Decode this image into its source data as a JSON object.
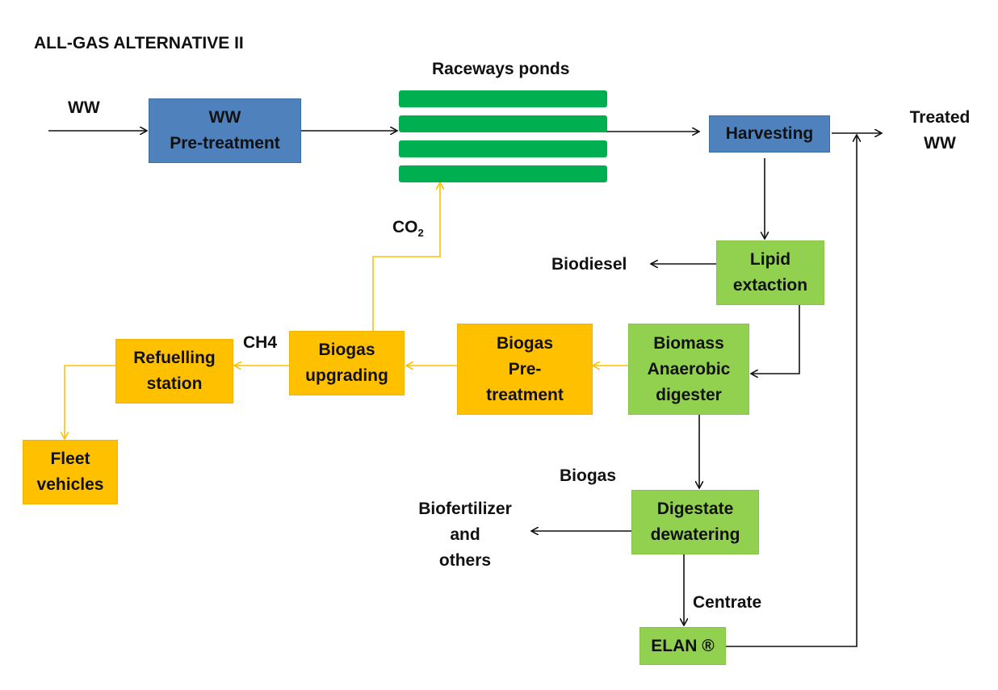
{
  "title": "ALL-GAS ALTERNATIVE II",
  "labels": {
    "ww_in": "WW",
    "raceways": "Raceways ponds",
    "treated_line1": "Treated",
    "treated_line2": "WW",
    "co2_main": "CO",
    "co2_sub": "2",
    "biodiesel": "Biodiesel",
    "ch4": "CH4",
    "biogas": "Biogas",
    "biofertilizer_line1": "Biofertilizer",
    "biofertilizer_line2": "and",
    "biofertilizer_line3": "others",
    "centrate": "Centrate"
  },
  "nodes": {
    "ww_pretreatment": {
      "line1": "WW",
      "line2": "Pre-treatment"
    },
    "harvesting": {
      "line1": "Harvesting"
    },
    "lipid_extraction": {
      "line1": "Lipid",
      "line2": "extaction"
    },
    "anaerobic_digester": {
      "line1": "Biomass",
      "line2": "Anaerobic",
      "line3": "digester"
    },
    "biogas_pretreatment": {
      "line1": "Biogas",
      "line2": "Pre-",
      "line3": "treatment"
    },
    "biogas_upgrading": {
      "line1": "Biogas",
      "line2": "upgrading"
    },
    "refuelling_station": {
      "line1": "Refuelling",
      "line2": "station"
    },
    "fleet_vehicles": {
      "line1": "Fleet",
      "line2": "vehicles"
    },
    "digestate_dewatering": {
      "line1": "Digestate",
      "line2": "dewatering"
    },
    "elan": {
      "line1": "ELAN ®"
    }
  },
  "colors": {
    "wastewater_process": "#4f81bd",
    "biomass_process": "#92d050",
    "biogas_process": "#ffc000",
    "raceway_pond": "#00b050",
    "main_flow_arrow": "#111111",
    "gas_flow_arrow": "#ffc000"
  }
}
